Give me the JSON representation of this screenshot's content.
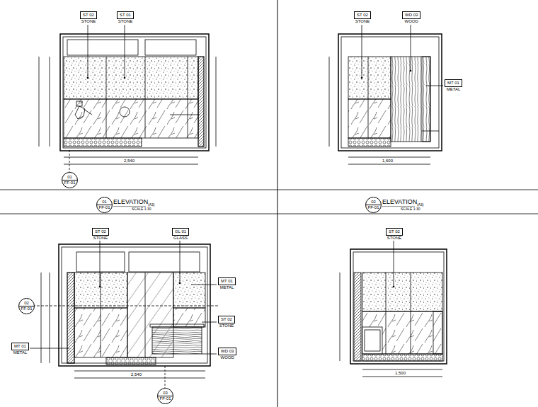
{
  "diagram": {
    "nodes": [
      {
        "text": [
          "ST 02",
          "STONE"
        ]
      },
      {
        "text": [
          "ST 01",
          "STONE"
        ]
      },
      {
        "text": [
          "ST 02",
          "STONE"
        ]
      },
      {
        "text": [
          "WD 03",
          "WOOD"
        ]
      },
      {
        "text": [
          "MT 01",
          "METAL"
        ]
      },
      {
        "text": [
          "ST 02",
          "STONE"
        ]
      },
      {
        "text": [
          "GL 01",
          "GLASS"
        ]
      },
      {
        "text": [
          "MT 01",
          "METAL"
        ]
      },
      {
        "text": [
          "ST 02",
          "STONE"
        ]
      },
      {
        "text": [
          "WD 03",
          "WOOD"
        ]
      },
      {
        "text": [
          "MT 01",
          "METAL"
        ]
      },
      {
        "text": [
          "ST 02",
          "STONE"
        ]
      },
      {
        "text": [
          "01",
          "FF-01"
        ]
      },
      {
        "text": [
          "02",
          "FF-01"
        ]
      },
      {
        "text": [
          "03",
          "FF-01"
        ]
      },
      {
        "text": [
          "01",
          "FF-01"
        ]
      },
      {
        "text": [
          "02",
          "FF-01"
        ]
      }
    ],
    "labels": [
      "ELEVATION",
      "SCALE 1:30",
      "(A3)",
      "ELEVATION",
      "SCALE 1:30",
      "(A3)",
      "2,540",
      "1,600",
      "2,540",
      "1,500"
    ]
  }
}
